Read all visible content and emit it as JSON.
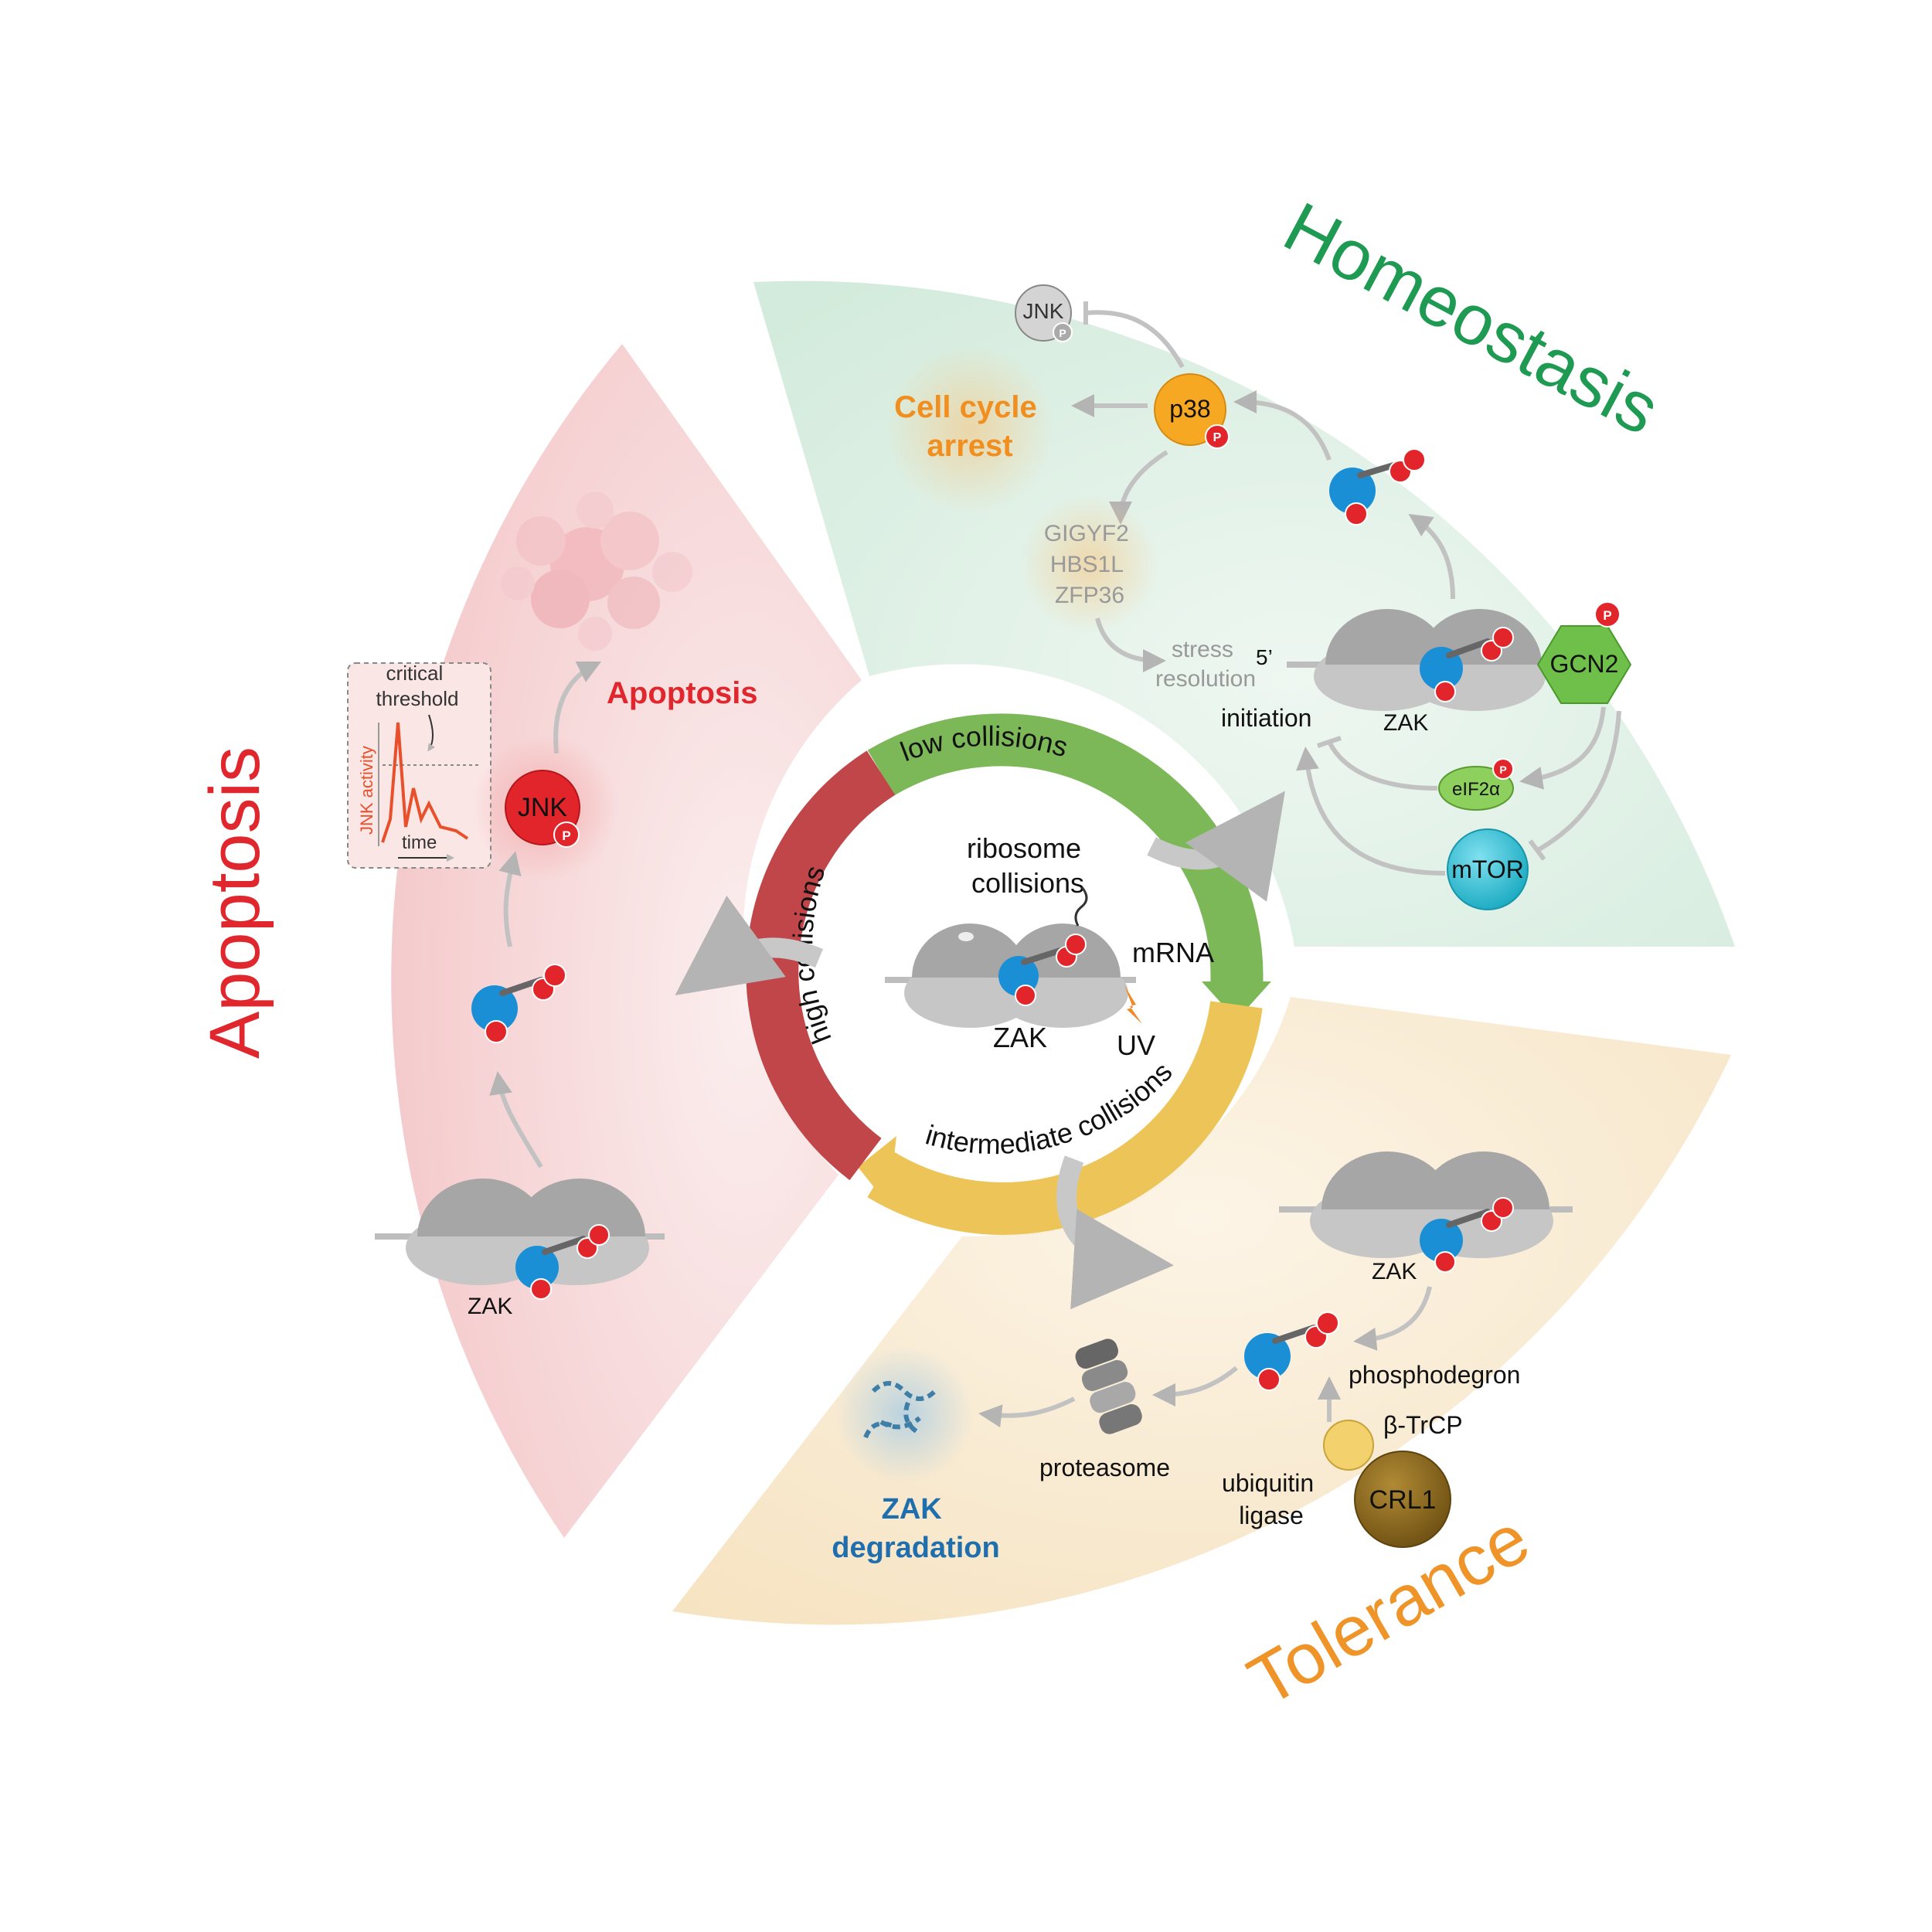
{
  "sections": {
    "homeostasis": {
      "title": "Homeostasis",
      "title_color": "#1e9a52",
      "bg": "#dcefe2",
      "cell_cycle": [
        "Cell cycle",
        "arrest"
      ],
      "jnk": "JNK",
      "p38": "p38",
      "targets": [
        "GIGYF2",
        "HBS1L",
        "ZFP36"
      ],
      "stress": [
        "stress",
        "resolution"
      ],
      "five_prime": "5’",
      "initiation": "initiation",
      "zak": "ZAK",
      "gcn2": "GCN2",
      "eif2a": "eIF2α",
      "mtor": "mTOR"
    },
    "apoptosis": {
      "title": "Apoptosis",
      "title_color": "#e0272e",
      "bg": "#f6d3d3",
      "label": "Apoptosis",
      "jnk": "JNK",
      "zak": "ZAK",
      "inset": {
        "critical": "critical",
        "threshold": "threshold",
        "ylabel": "JNK activity",
        "xlabel": "time"
      }
    },
    "tolerance": {
      "title": "Tolerance",
      "title_color": "#ef9428",
      "bg": "#f8e8cc",
      "zak": "ZAK",
      "phosphodegron": "phosphodegron",
      "btrcp": "β-TrCP",
      "ubiquitin": [
        "ubiquitin",
        "ligase"
      ],
      "crl1": "CRL1",
      "proteasome": "proteasome",
      "degradation": [
        "ZAK",
        "degradation"
      ],
      "degradation_color": "#1f6fae"
    }
  },
  "ring": {
    "low": "low collisions",
    "intermediate": "intermediate collisions",
    "high": "high collisions",
    "colors": {
      "low": "#7cb858",
      "intermediate": "#ecc457",
      "high": "#c0464a"
    }
  },
  "center": {
    "title": [
      "ribosome",
      "collisions"
    ],
    "mrna": "mRNA",
    "zak": "ZAK",
    "uv": "UV"
  },
  "phospho_label": "P",
  "colors": {
    "ribosome": "#a6a6a6",
    "zak": "#1b8fd6",
    "phospho": "#e2252b",
    "p38": "#f7a823",
    "gcn2": "#6fc04a",
    "mtor": "#27b9cf",
    "crl1": "#8b6a1e",
    "btrcp": "#f3d16c"
  }
}
